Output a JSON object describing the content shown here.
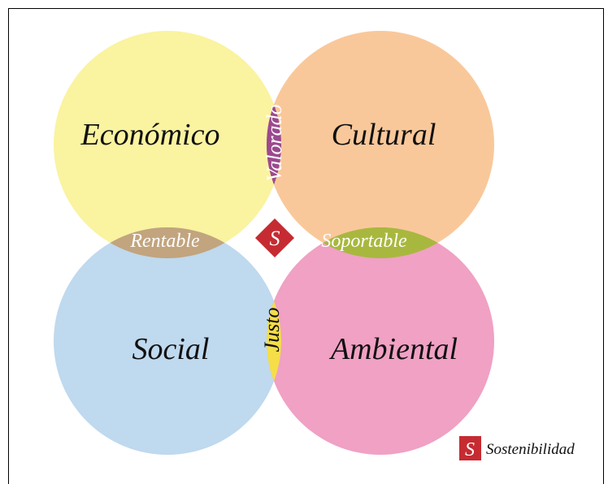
{
  "diagram": {
    "circles": {
      "economico": {
        "label": "Económico",
        "color": "#FAF3A0"
      },
      "cultural": {
        "label": "Cultural",
        "color": "#F9C89A"
      },
      "social": {
        "label": "Social",
        "color": "#BFD9EE"
      },
      "ambiental": {
        "label": "Ambiental",
        "color": "#F0A1C4"
      }
    },
    "intersections": {
      "valorado": {
        "label": "Valorado",
        "color": "#9B4A8E"
      },
      "rentable": {
        "label": "Rentable",
        "color": "#C2A47E"
      },
      "soportable": {
        "label": "Soportable",
        "color": "#A8B83E"
      },
      "justo": {
        "label": "Justo",
        "color": "#F5DE47"
      },
      "center": {
        "label": "S",
        "color": "#C62B32"
      }
    },
    "legend": {
      "marker": "S",
      "label": "Sostenibilidad",
      "color": "#C62B32"
    }
  }
}
